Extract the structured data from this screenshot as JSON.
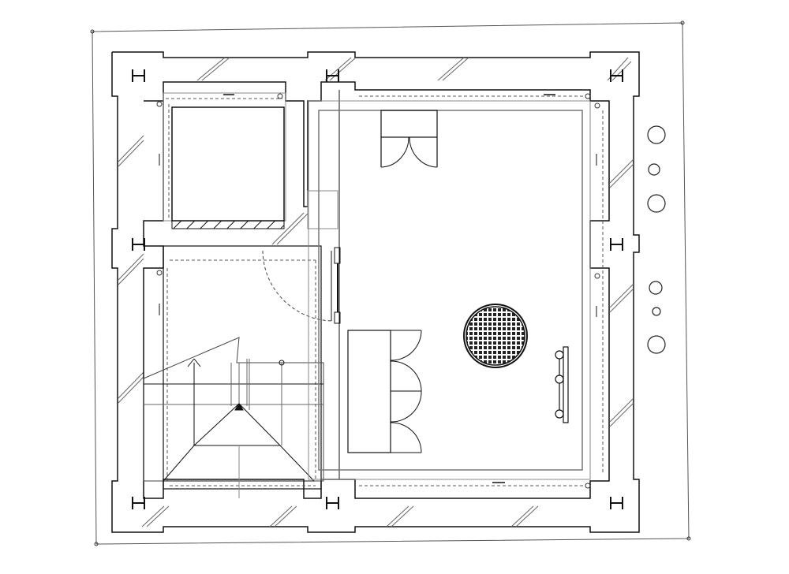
{
  "drawing": {
    "type": "architectural-floor-plan",
    "background": "#ffffff",
    "line_color": "#1a1a1a",
    "secondary_line_color": "#8a8a8a",
    "column_symbol": "H",
    "column_count": 8,
    "rooms": [
      "small-room-north-west",
      "stair-room-south-west",
      "main-room-east"
    ],
    "furniture": [
      "cabinet-north",
      "cabinet-west",
      "round-drain",
      "wall-rail"
    ],
    "exterior_circles": 6
  }
}
